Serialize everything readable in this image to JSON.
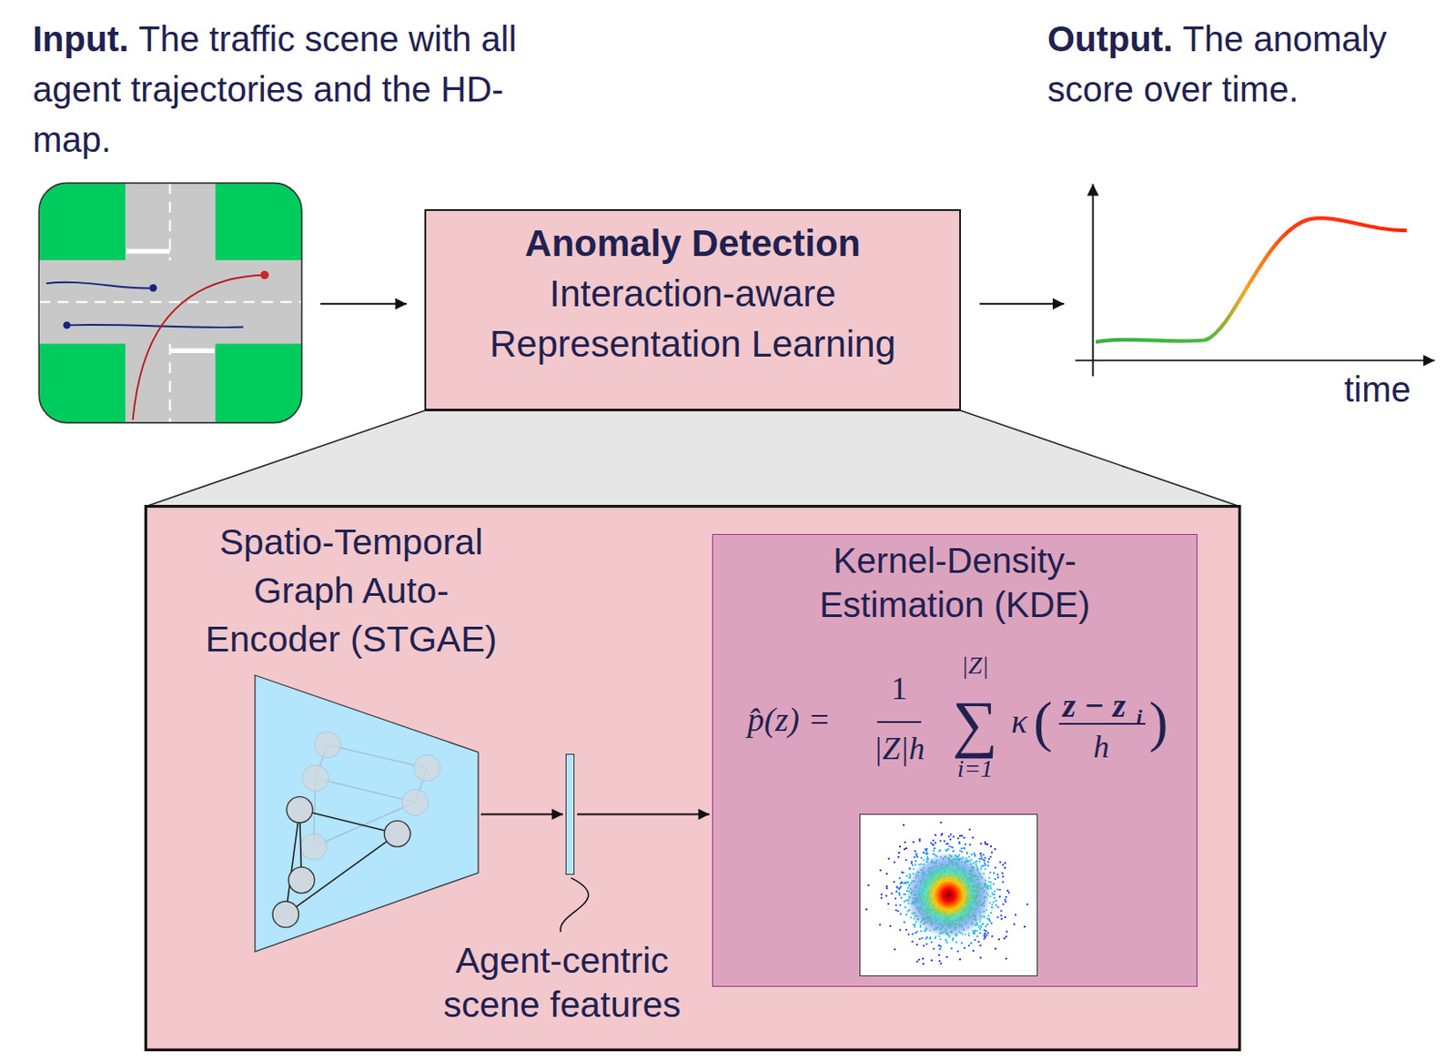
{
  "diagram": {
    "nodes": [
      {
        "text": [
          "Anomaly Detection",
          "Interaction-aware Representation Learning"
        ]
      },
      {
        "text": [
          "Spatio-Temporal Graph Auto-Encoder (STGAE)"
        ]
      },
      {
        "text": [
          "Agent-centric scene features"
        ]
      },
      {
        "text": [
          "Kernel-Density-Estimation (KDE)"
        ]
      }
    ],
    "edges": [
      {
        "from": 1,
        "to": 2,
        "arrow": "to"
      },
      {
        "from": 2,
        "to": 3,
        "arrow": "to"
      }
    ],
    "labels": [
      "Input.",
      "The traffic scene with all agent trajectories and the HD-map.",
      "Output.",
      "The anomaly score over time.",
      "time",
      "p̂(z) =",
      "1",
      "|Z|h",
      "|Z|",
      "∑",
      "i=1",
      "κ",
      "(",
      "z − z",
      "i",
      "h",
      ")"
    ]
  }
}
